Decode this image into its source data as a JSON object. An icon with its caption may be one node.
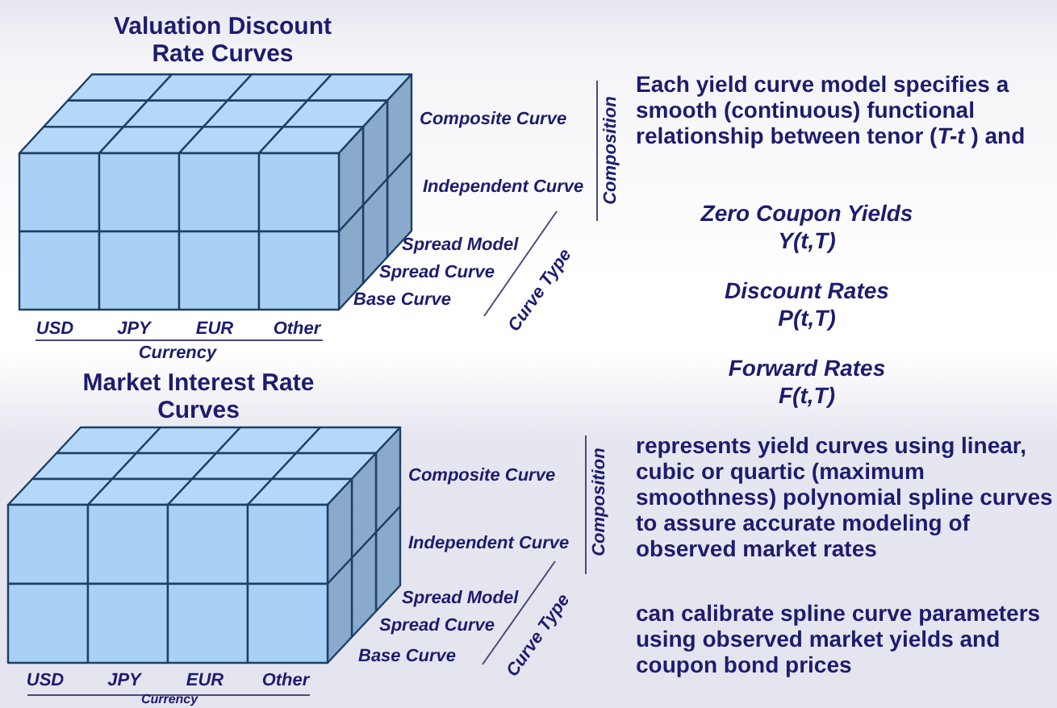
{
  "diagram": {
    "labels": [
      "Valuation Discount Rate Curves",
      "Composite Curve",
      "Independent Curve",
      "Composition",
      "Spread Model",
      "Spread Curve",
      "Base Curve",
      "Curve Type",
      "USD",
      "JPY",
      "EUR",
      "Other",
      "Currency",
      "Each yield curve model specifies a smooth (continuous) functional relationship between tenor (*T-t* ) and",
      "Zero Coupon Yields",
      "Y(t,T)",
      "Discount Rates",
      "P(t,T)",
      "Forward Rates",
      "F(t,T)",
      "Market Interest Rate Curves",
      "Composite Curve",
      "Independent Curve",
      "Composition",
      "Spread Model",
      "Spread Curve",
      "Base Curve",
      "Curve Type",
      "USD",
      "JPY",
      "EUR",
      "Other",
      "Currency",
      "represents yield curves using linear, cubic or quartic (maximum smoothness) polynomial spline curves to assure accurate modeling of observed market rates",
      "can calibrate spline curve parameters using observed market yields and coupon bond prices"
    ]
  }
}
